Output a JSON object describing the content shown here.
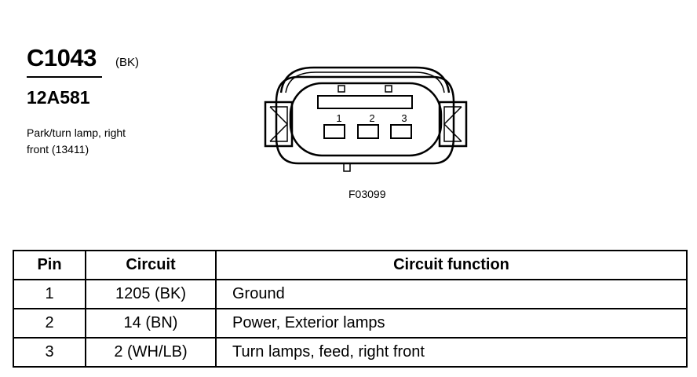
{
  "header": {
    "connector_id": "C1043",
    "connector_color": "(BK)",
    "part_number": "12A581",
    "description_line1": "Park/turn lamp, right",
    "description_line2": "front (13411)"
  },
  "diagram": {
    "figure_id": "F03099",
    "pin_labels": [
      "1",
      "2",
      "3"
    ]
  },
  "table": {
    "headers": [
      "Pin",
      "Circuit",
      "Circuit function"
    ],
    "rows": [
      {
        "pin": "1",
        "circuit": "1205 (BK)",
        "function": "Ground"
      },
      {
        "pin": "2",
        "circuit": "14 (BN)",
        "function": "Power, Exterior lamps"
      },
      {
        "pin": "3",
        "circuit": "2 (WH/LB)",
        "function": "Turn lamps, feed, right front"
      }
    ]
  }
}
